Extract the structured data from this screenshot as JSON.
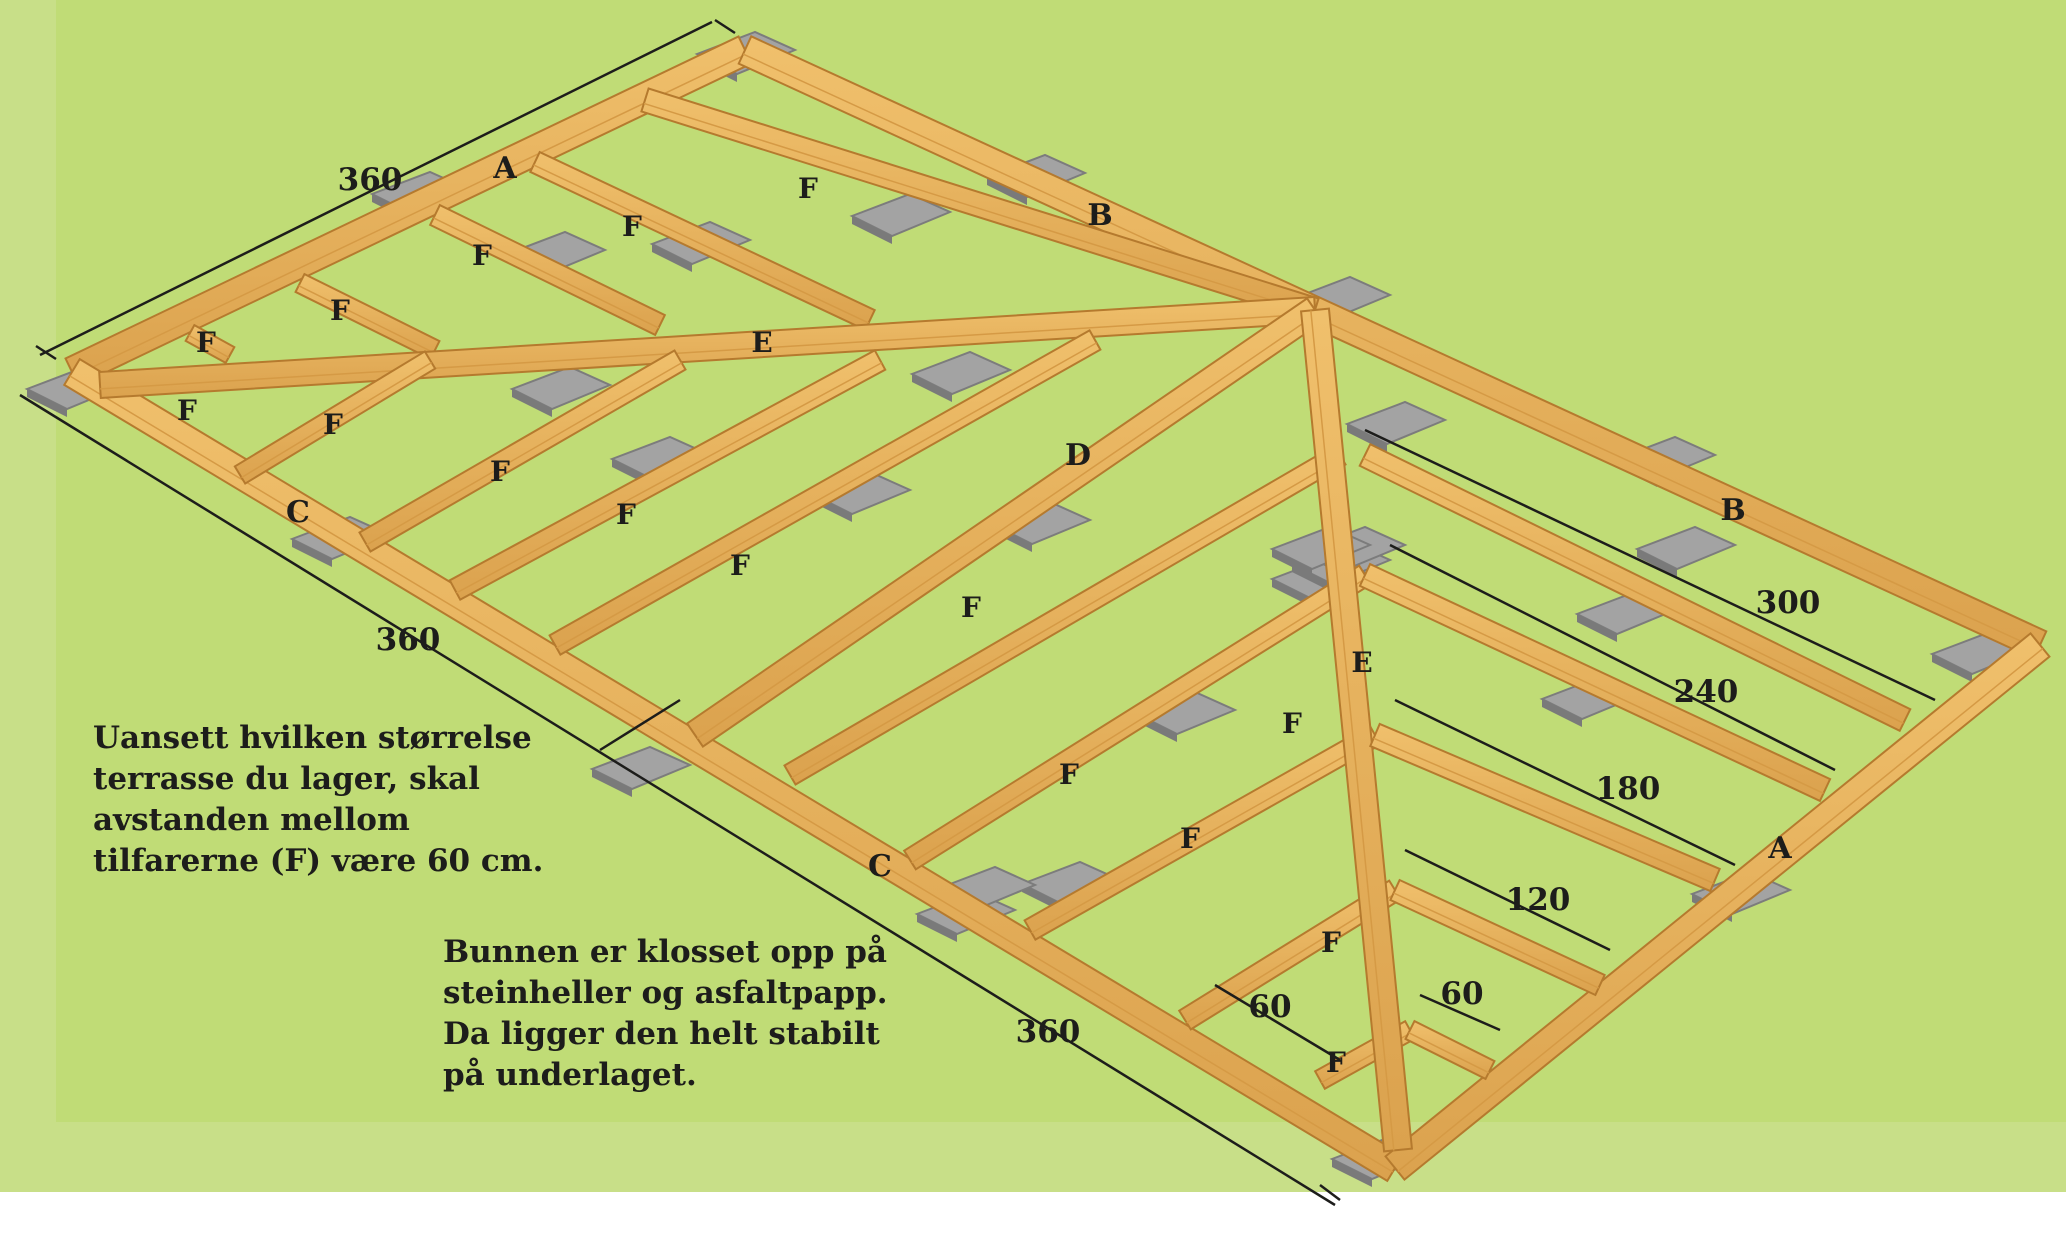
{
  "colors": {
    "background_outer": "#c8df88",
    "background_inner": "#c0dc76",
    "wood_top": "#e9b25c",
    "wood_side": "#c98a3a",
    "stone": "#8e8e8e",
    "text": "#1d1d1b"
  },
  "beam_labels": {
    "a_top": "A",
    "a_right": "A",
    "b_top": "B",
    "b_right": "B",
    "c_left": "C",
    "c_bottom": "C",
    "d": "D",
    "e_upper": "E",
    "e_lower": "E",
    "f": [
      "F",
      "F",
      "F",
      "F",
      "F",
      "F",
      "F",
      "F",
      "F",
      "F",
      "F",
      "F",
      "F",
      "F",
      "F",
      "F"
    ]
  },
  "dimensions": {
    "top_left": "360",
    "left": "360",
    "bottom": "360",
    "d300": "300",
    "d240": "240",
    "d180": "180",
    "d120": "120",
    "d60_right": "60",
    "d60_left": "60"
  },
  "captions": {
    "spacing": "Uansett hvilken størrelse\nterrasse du lager, skal\navstanden mellom\ntilfarerne (F) være 60 cm.",
    "foundation": "Bunnen er klosset opp på\nsteinheller og asfaltpapp.\nDa ligger den helt stabilt\npå underlaget."
  }
}
